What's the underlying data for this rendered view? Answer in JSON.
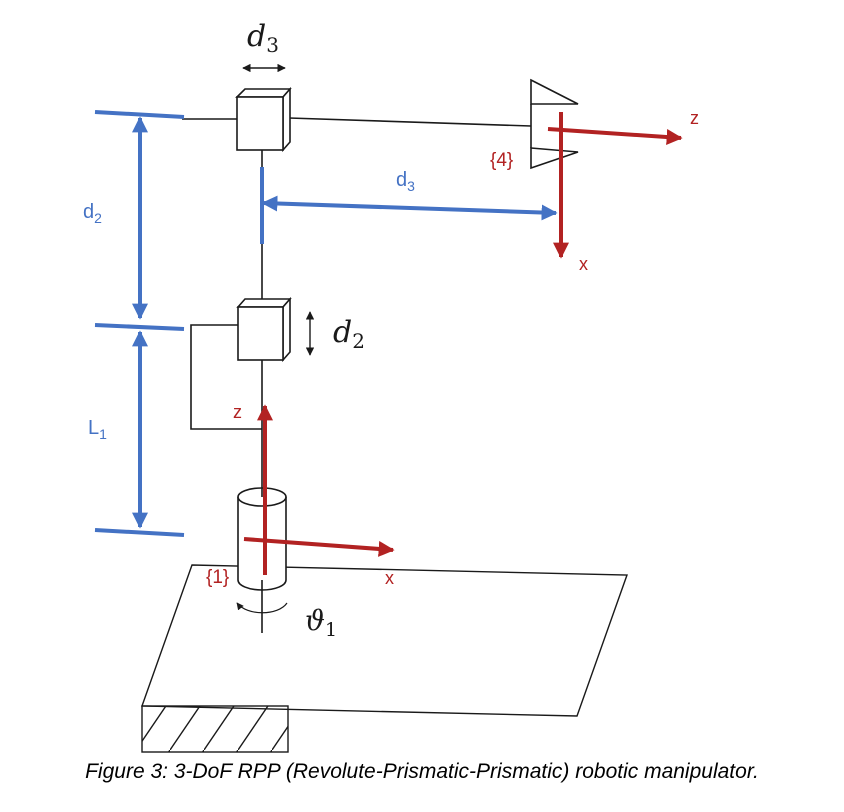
{
  "colors": {
    "line": "#1a1a1a",
    "blue": "#4472c4",
    "red": "#b22222"
  },
  "labels": {
    "d3_top_main": "d",
    "d3_top_sub": "3",
    "d3_blue_main": "d",
    "d3_blue_sub": "3",
    "d2_blue_main": "d",
    "d2_blue_sub": "2",
    "d2_joint_main": "d",
    "d2_joint_sub": "2",
    "l1_main": "L",
    "l1_sub": "1",
    "theta_main": "ϑ",
    "theta_sub": "1",
    "frame4": "{4}",
    "frame1": "{1}",
    "z_top": "z",
    "x_top": "x",
    "z_base": "z",
    "x_base": "x"
  },
  "caption": "Figure 3: 3-DoF RPP (Revolute-Prismatic-Prismatic) robotic manipulator."
}
